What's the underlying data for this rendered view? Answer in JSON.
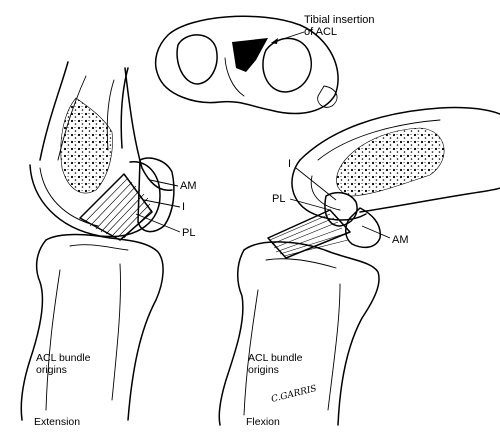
{
  "figure": {
    "labels": {
      "tibial_insertion": "Tibial insertion\nof ACL",
      "left_am": "AM",
      "left_i": "I",
      "left_pl": "PL",
      "right_i": "I",
      "right_pl": "PL",
      "right_am": "AM",
      "left_origins": "ACL bundle\norigins",
      "right_origins": "ACL bundle\norigins",
      "extension": "Extension",
      "flexion": "Flexion"
    },
    "signature": "C.GARRIS"
  }
}
